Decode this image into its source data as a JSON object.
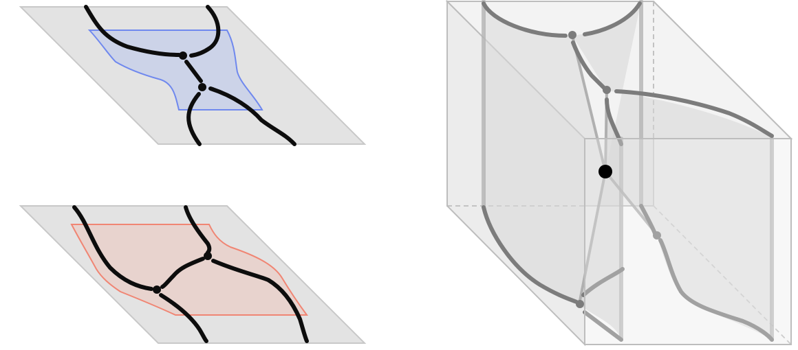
{
  "colors": {
    "background": "#ffffff",
    "plane_fill": "#e3e3e3",
    "plane_stroke": "#c8c8c8",
    "blue_region_fill": "#ccd3e8",
    "blue_region_stroke": "#6f88ee",
    "red_region_fill": "#e8d3ce",
    "red_region_stroke": "#f08573",
    "curve_black": "#0d0d0d",
    "curve_gray": "#7c7c7c",
    "cube_face": "#f1f1f1",
    "cube_edge": "#bdbdbd",
    "sheet_fill": "#d9d9d9",
    "center_point": "#000000"
  },
  "diagram": {
    "panels": [
      {
        "name": "upper-plane",
        "region_color": "blue"
      },
      {
        "name": "lower-plane",
        "region_color": "red"
      },
      {
        "name": "cube",
        "has_center_point": true
      }
    ]
  }
}
